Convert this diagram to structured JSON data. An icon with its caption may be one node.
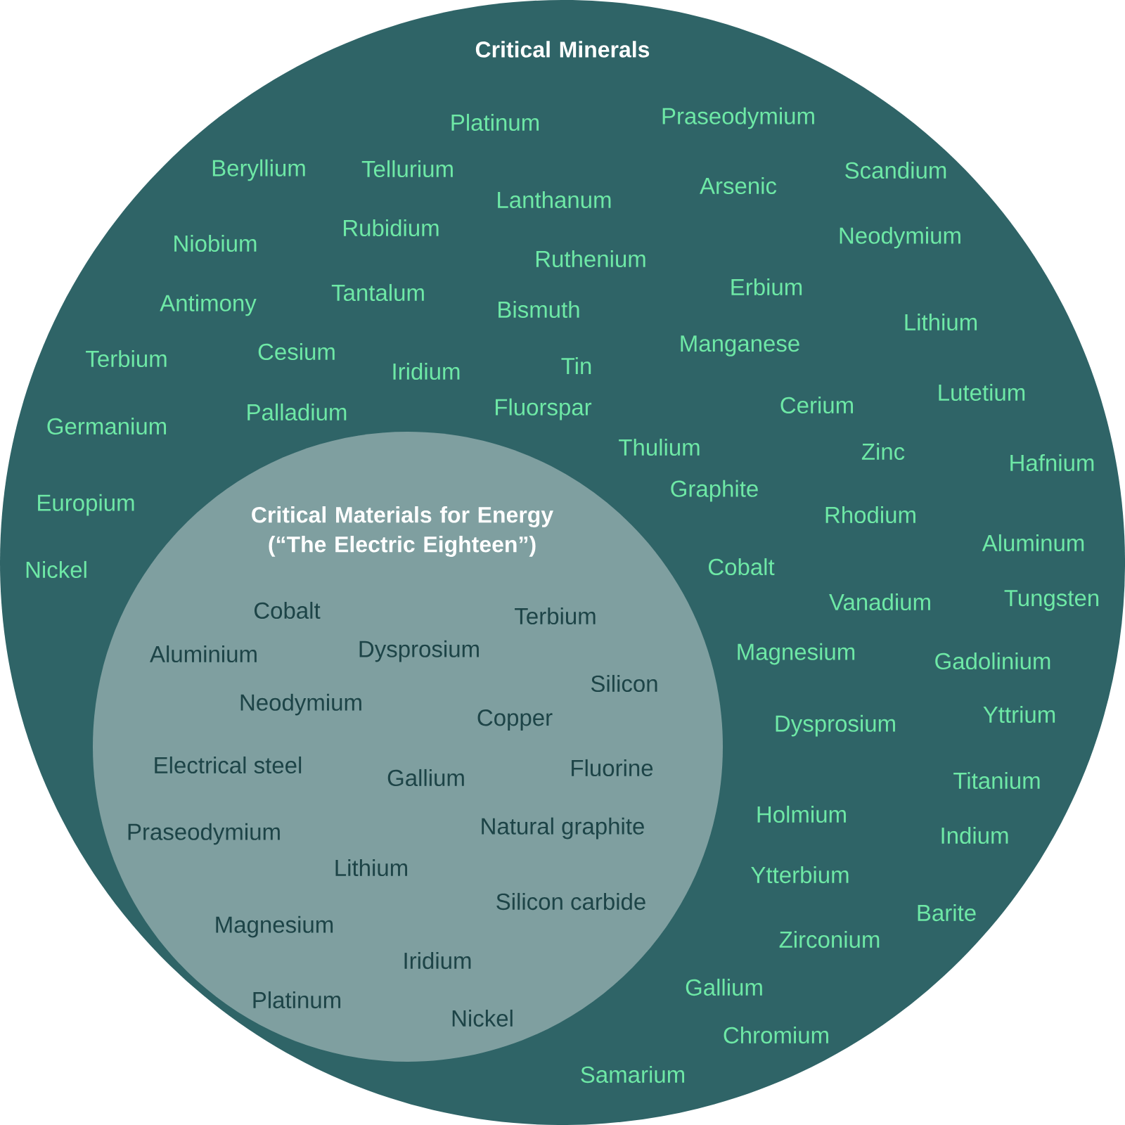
{
  "diagram": {
    "nodes": [
      {
        "text": [
          "Critical Minerals",
          "Platinum",
          "Praseodymium",
          "Beryllium",
          "Tellurium",
          "Scandium",
          "Arsenic",
          "Lanthanum",
          "Niobium",
          "Rubidium",
          "Neodymium",
          "Ruthenium",
          "Erbium",
          "Antimony",
          "Tantalum",
          "Bismuth",
          "Lithium",
          "Terbium",
          "Cesium",
          "Manganese",
          "Iridium",
          "Tin",
          "Lutetium",
          "Cerium",
          "Palladium",
          "Fluorspar",
          "Germanium",
          "Thulium",
          "Zinc",
          "Hafnium",
          "Graphite",
          "Europium",
          "Rhodium",
          "Aluminum",
          "Nickel",
          "Cobalt",
          "Vanadium",
          "Tungsten",
          "Magnesium",
          "Gadolinium",
          "Yttrium",
          "Dysprosium",
          "Titanium",
          "Holmium",
          "Indium",
          "Ytterbium",
          "Barite",
          "Zirconium",
          "Gallium",
          "Chromium",
          "Samarium"
        ]
      },
      {
        "text": [
          "Critical Materials for Energy (“The Electric Eighteen”)",
          "Cobalt",
          "Terbium",
          "Aluminium",
          "Dysprosium",
          "Silicon",
          "Neodymium",
          "Copper",
          "Electrical steel",
          "Fluorine",
          "Gallium",
          "Praseodymium",
          "Natural graphite",
          "Lithium",
          "Silicon carbide",
          "Magnesium",
          "Iridium",
          "Platinum",
          "Nickel"
        ],
        "in": 0
      }
    ]
  }
}
